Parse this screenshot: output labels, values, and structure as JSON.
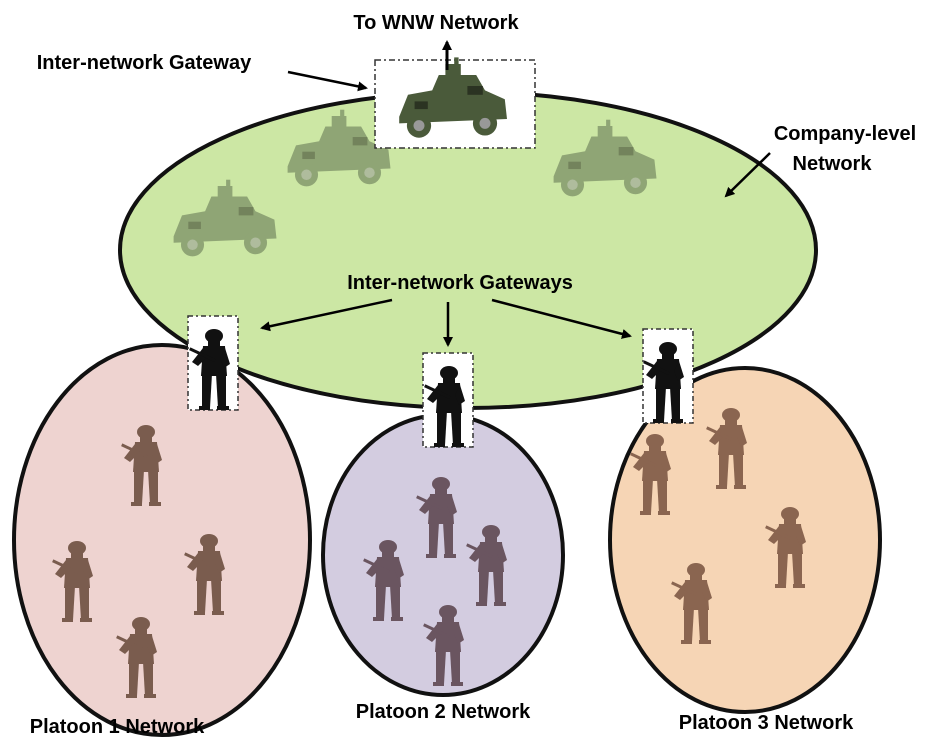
{
  "labels": {
    "to_wnw": "To WNW Network",
    "gateway_single": "Inter-network Gateway",
    "company_line1": "Company-level",
    "company_line2": "Network",
    "gateways_plural": "Inter-network Gateways",
    "platoon1": "Platoon 1 Network",
    "platoon2": "Platoon 2 Network",
    "platoon3": "Platoon 3 Network"
  },
  "colors": {
    "company_fill": "#cce7a4",
    "platoon1_fill": "#eed3d0",
    "platoon2_fill": "#d3cce0",
    "platoon3_fill": "#f6d5b5",
    "soldier_dim": "#7a5c4e",
    "soldier_gateway": "#111111",
    "vehicle_main": "#4a5a3a",
    "outline": "#111111"
  },
  "icons": {
    "vehicle": "humvee-icon",
    "soldier": "soldier-icon"
  }
}
